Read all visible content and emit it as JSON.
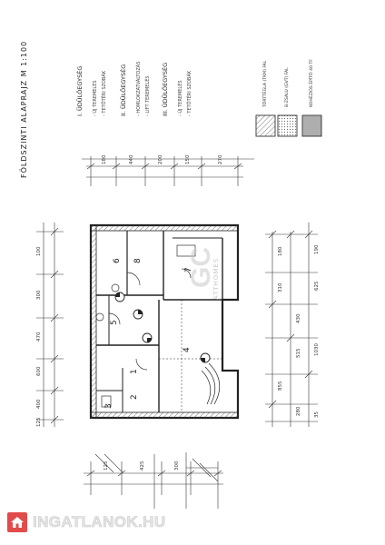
{
  "plan": {
    "title": "FÖLDSZINTI ALAPRAJZ  M 1:100"
  },
  "units": [
    {
      "title": "I. ÜDÜLŐEGYSÉG",
      "items": [
        "- ÚJ TEREMELÉS",
        "- TETŐTÉRI SZOBÁK"
      ]
    },
    {
      "title": "II. ÜDÜLŐEGYSÉG",
      "items": [
        "- HOMLOKZATVÁLTOZÁS",
        "- LIFT TEREMELÉS"
      ]
    },
    {
      "title": "III. ÜDÜLŐEGYSÉG",
      "items": [
        "- ÚJ TEREMELÉS",
        "- TETŐTÉRI SZOBÁK"
      ]
    }
  ],
  "legend": [
    {
      "label": "TÖRTTÉGLA (TKM) FAL",
      "pattern": "hatch"
    },
    {
      "label": "B-ZSALU (GVT) FAL",
      "pattern": "dots"
    },
    {
      "label": "KOHÉZIÓS ÉPÍTŐ 40 TF",
      "pattern": "dense"
    }
  ],
  "rooms": [
    {
      "id": "r1",
      "label": "1"
    },
    {
      "id": "r2",
      "label": "2"
    },
    {
      "id": "r3",
      "label": "3"
    },
    {
      "id": "r4",
      "label": "4"
    },
    {
      "id": "r5",
      "label": "5"
    },
    {
      "id": "r6",
      "label": "6"
    },
    {
      "id": "r7",
      "label": "7"
    },
    {
      "id": "r8",
      "label": "8"
    }
  ],
  "dimensions": {
    "top": [
      "180",
      "440",
      "200",
      "150",
      "270"
    ],
    "right_outer": [
      "190",
      "625",
      "1030",
      "35"
    ],
    "right_inner": [
      "180",
      "310",
      "430",
      "515",
      "855",
      "280"
    ],
    "left": [
      "100",
      "300",
      "470",
      "600",
      "400",
      "125"
    ],
    "bottom": [
      "125",
      "425",
      "300"
    ]
  },
  "watermark": {
    "gc_text": "GC",
    "sub_text": "ATTHOMES"
  },
  "logo": {
    "text": "INGATLANOK.HU"
  },
  "colors": {
    "line": "#333333",
    "logo_red": "#e24b4b"
  }
}
